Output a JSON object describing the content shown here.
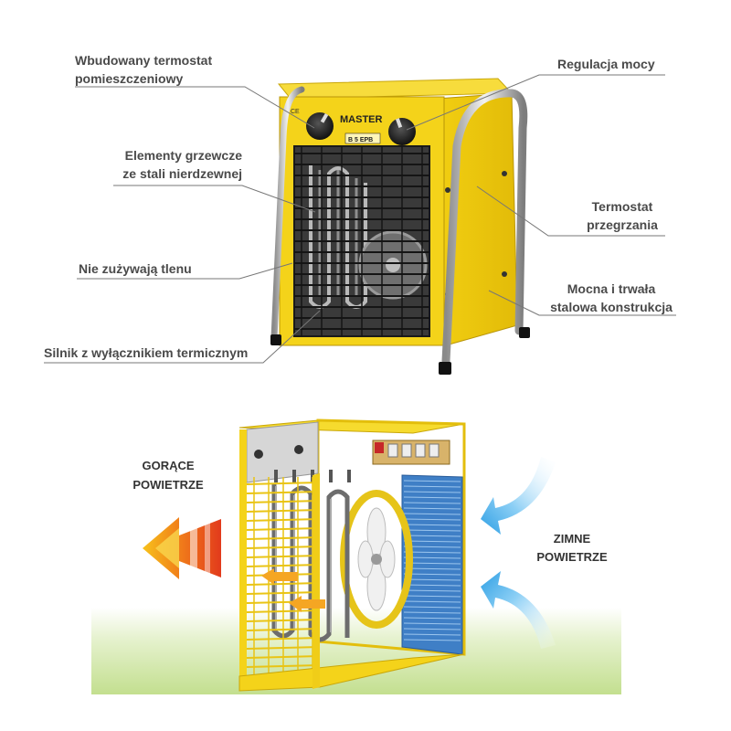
{
  "callouts": {
    "room_thermostat": {
      "line1": "Wbudowany termostat",
      "line2": "pomieszczeniowy"
    },
    "heating_elements": {
      "line1": "Elementy grzewcze",
      "line2": "ze stali nierdzewnej"
    },
    "no_oxygen": {
      "line1": "Nie zużywają tlenu"
    },
    "motor": {
      "line1": "Silnik z wyłącznikiem termicznym"
    },
    "power_control": {
      "line1": "Regulacja mocy"
    },
    "overheat_thermostat": {
      "line1": "Termostat",
      "line2": "przegrzania"
    },
    "steel_construction": {
      "line1": "Mocna i trwała",
      "line2": "stalowa konstrukcja"
    }
  },
  "device": {
    "brand": "MASTER",
    "model": "B 5 EPB",
    "ce_mark": "CE"
  },
  "airflow": {
    "hot_air": {
      "line1": "GORĄCE",
      "line2": "POWIETRZE"
    },
    "cold_air": {
      "line1": "ZIMNE",
      "line2": "POWIETRZE"
    }
  },
  "colors": {
    "body_yellow": "#f4d31a",
    "body_yellow_dark": "#d8b40c",
    "grill_dark": "#222222",
    "chrome": "#c9c9c9",
    "hot_orange": "#f07a1a",
    "hot_red": "#e23a1c",
    "cold_blue": "#3aa6e6",
    "label_gray": "#4a4a4a",
    "ground_green": "#c9e39a"
  }
}
